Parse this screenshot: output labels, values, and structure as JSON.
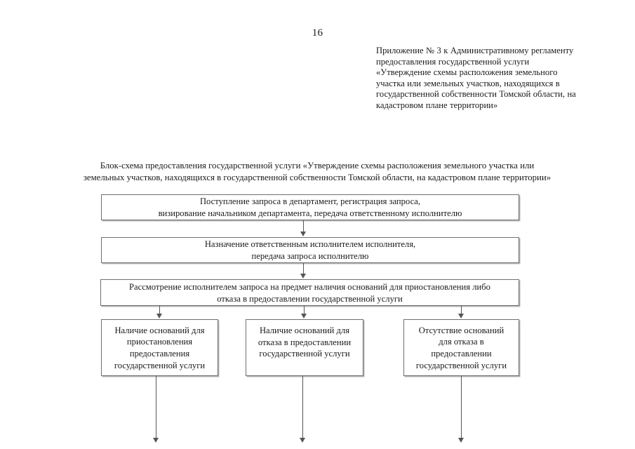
{
  "document": {
    "page_number": "16",
    "appendix_note": "Приложение № 3 к Административному регламенту предоставления государственной услуги «Утверждение схемы расположения земельного участка или земельных участков, находящихся в государственной собственности Томской области, на кадастровом плане территории»",
    "title_line_1": "Блок-схема предоставления государственной услуги «Утверждение схемы расположения земельного участка или",
    "title_line_2": "земельных участков, находящихся в государственной собственности Томской области, на кадастровом плане территории»"
  },
  "flowchart": {
    "type": "flowchart",
    "nodes": [
      {
        "id": "intake",
        "lines": [
          "Поступление запроса в департамент, регистрация запроса,",
          "визирование начальником департамента, передача ответственному исполнителю"
        ]
      },
      {
        "id": "assign",
        "lines": [
          "Назначение ответственным исполнителем исполнителя,",
          "передача запроса исполнителю"
        ]
      },
      {
        "id": "review",
        "lines": [
          "Рассмотрение исполнителем запроса на предмет наличия оснований для приостановления либо",
          "отказа в предоставлении государственной услуги"
        ]
      },
      {
        "id": "suspend",
        "lines": [
          "Наличие оснований для",
          "приостановления",
          "предоставления",
          "государственной услуги"
        ]
      },
      {
        "id": "refuse",
        "lines": [
          "Наличие оснований для",
          "отказа в предоставлении",
          "государственной услуги"
        ]
      },
      {
        "id": "norefuse",
        "lines": [
          "Отсутствие оснований",
          "для отказа в",
          "предоставлении",
          "государственной услуги"
        ]
      }
    ],
    "edges": [
      {
        "from": "intake",
        "to": "assign"
      },
      {
        "from": "assign",
        "to": "review"
      },
      {
        "from": "review",
        "to": "suspend"
      },
      {
        "from": "review",
        "to": "refuse"
      },
      {
        "from": "review",
        "to": "norefuse"
      },
      {
        "from": "suspend",
        "to": "next-page"
      },
      {
        "from": "refuse",
        "to": "next-page"
      },
      {
        "from": "norefuse",
        "to": "next-page"
      }
    ]
  },
  "colors": {
    "text": "#1a1a1a",
    "box_border": "#6f6f6f",
    "connector": "#555555",
    "page_background": "#ffffff"
  }
}
